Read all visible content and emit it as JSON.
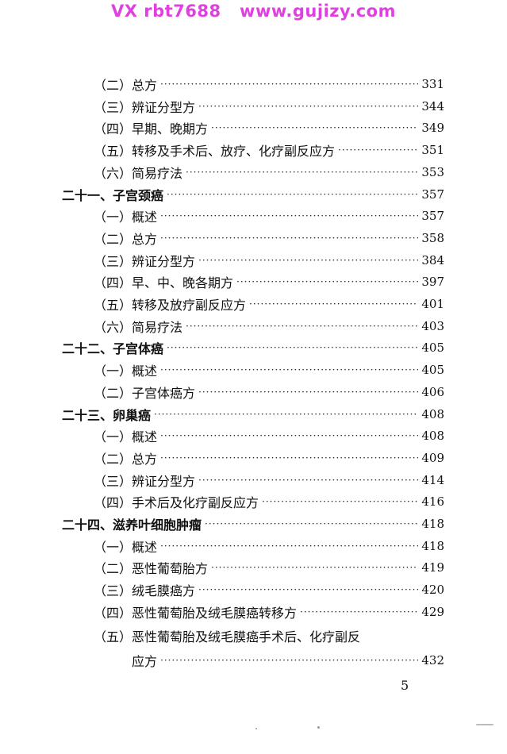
{
  "watermark": "VX rbt7688   www.gujizy.com",
  "entries": [
    {
      "label": "（二）总方",
      "page": "331",
      "level": 2
    },
    {
      "label": "（三）辨证分型方",
      "page": "344",
      "level": 2
    },
    {
      "label": "（四）早期、晚期方",
      "page": "349",
      "level": 2
    },
    {
      "label": "（五）转移及手术后、放疗、化疗副反应方",
      "page": "351",
      "level": 2
    },
    {
      "label": "（六）简易疗法",
      "page": "353",
      "level": 2
    },
    {
      "label": "二十一、子宫颈癌",
      "page": "357",
      "level": 1
    },
    {
      "label": "（一）概述",
      "page": "357",
      "level": 2
    },
    {
      "label": "（二）总方",
      "page": "358",
      "level": 2
    },
    {
      "label": "（三）辨证分型方",
      "page": "384",
      "level": 2
    },
    {
      "label": "（四）早、中、晚各期方",
      "page": "397",
      "level": 2
    },
    {
      "label": "（五）转移及放疗副反应方",
      "page": "401",
      "level": 2
    },
    {
      "label": "（六）简易疗法",
      "page": "403",
      "level": 2
    },
    {
      "label": "二十二、子宫体癌",
      "page": "405",
      "level": 1
    },
    {
      "label": "（一）概述",
      "page": "405",
      "level": 2
    },
    {
      "label": "（二）子宫体癌方",
      "page": "406",
      "level": 2
    },
    {
      "label": "二十三、卵巢癌",
      "page": "408",
      "level": 1
    },
    {
      "label": "（一）概述",
      "page": "408",
      "level": 2
    },
    {
      "label": "（二）总方",
      "page": "409",
      "level": 2
    },
    {
      "label": "（三）辨证分型方",
      "page": "414",
      "level": 2
    },
    {
      "label": "（四）手术后及化疗副反应方",
      "page": "416",
      "level": 2
    },
    {
      "label": "二十四、滋养叶细胞肿瘤",
      "page": "418",
      "level": 1
    },
    {
      "label": "（一）概述",
      "page": "418",
      "level": 2
    },
    {
      "label": "（二）恶性葡萄胎方",
      "page": "419",
      "level": 2
    },
    {
      "label": "（三）绒毛膜癌方",
      "page": "420",
      "level": 2
    },
    {
      "label": "（四）恶性葡萄胎及绒毛膜癌转移方",
      "page": "429",
      "level": 2
    }
  ],
  "wrapped_entry": {
    "label_line1": "（五）恶性葡萄胎及绒毛膜癌手术后、化疗副反",
    "label_line2": "应方",
    "page": "432"
  },
  "folio": "5",
  "colors": {
    "watermark": "#e040e0",
    "text": "#111111"
  }
}
